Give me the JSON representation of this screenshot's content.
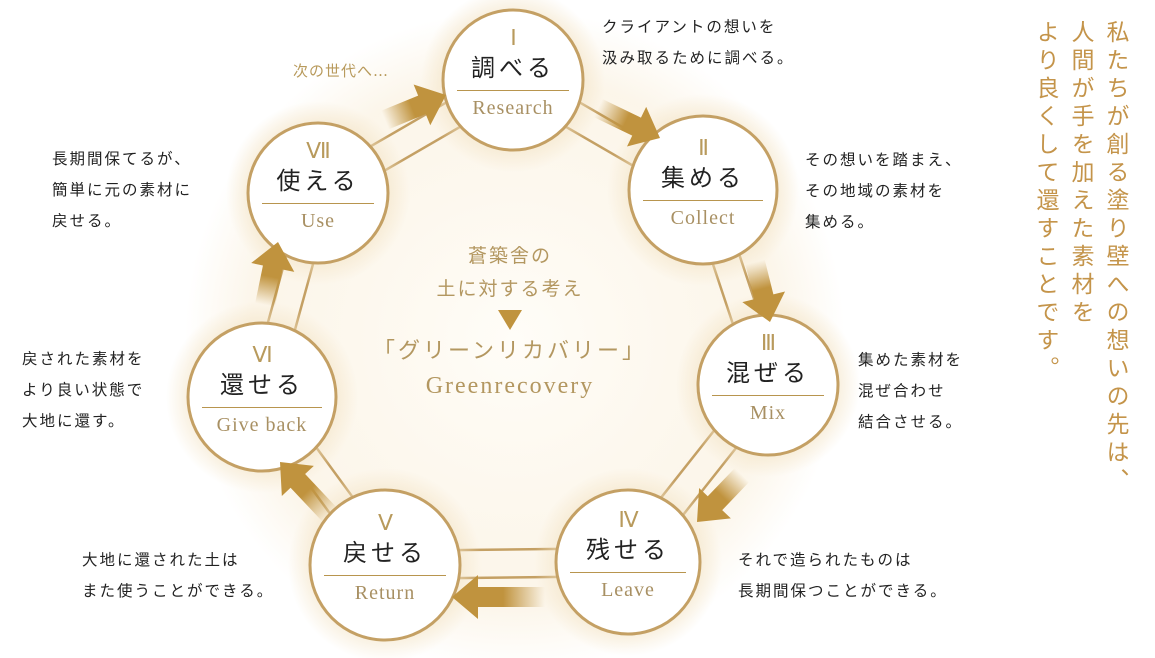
{
  "colors": {
    "accent": "#c0933e",
    "ring": "#c4a064",
    "glow": "#f3e3c4",
    "label_gold": "#b39760",
    "text": "#222222"
  },
  "tagline_lines": [
    "私たちが創る塗り壁への想いの先は、",
    "人間が手を加えた素材を",
    "より良くして還すことです。"
  ],
  "center": {
    "line1": "蒼築舎の",
    "line2": "土に対する考え",
    "arrow_icon": "down-triangle",
    "concept_jp": "「グリーンリカバリー」",
    "concept_en": "Greenrecovery"
  },
  "next_generation_label": "次の世代へ…",
  "steps": [
    {
      "num": "Ⅰ",
      "jp": "調べる",
      "en": "Research",
      "desc": [
        "クライアントの想いを",
        "汲み取るために調べる。"
      ]
    },
    {
      "num": "Ⅱ",
      "jp": "集める",
      "en": "Collect",
      "desc": [
        "その想いを踏まえ、",
        "その地域の素材を",
        "集める。"
      ]
    },
    {
      "num": "Ⅲ",
      "jp": "混ぜる",
      "en": "Mix",
      "desc": [
        "集めた素材を",
        "混ぜ合わせ",
        "結合させる。"
      ]
    },
    {
      "num": "Ⅳ",
      "jp": "残せる",
      "en": "Leave",
      "desc": [
        "それで造られたものは",
        "長期間保つことができる。"
      ]
    },
    {
      "num": "Ⅴ",
      "jp": "戻せる",
      "en": "Return",
      "desc": [
        "大地に還された土は",
        "また使うことができる。"
      ]
    },
    {
      "num": "Ⅵ",
      "jp": "還せる",
      "en": "Give back",
      "desc": [
        "戻された素材を",
        "より良い状態で",
        "大地に還す。"
      ]
    },
    {
      "num": "Ⅶ",
      "jp": "使える",
      "en": "Use",
      "desc": [
        "長期間保てるが、",
        "簡単に元の素材に",
        "戻せる。"
      ]
    }
  ]
}
